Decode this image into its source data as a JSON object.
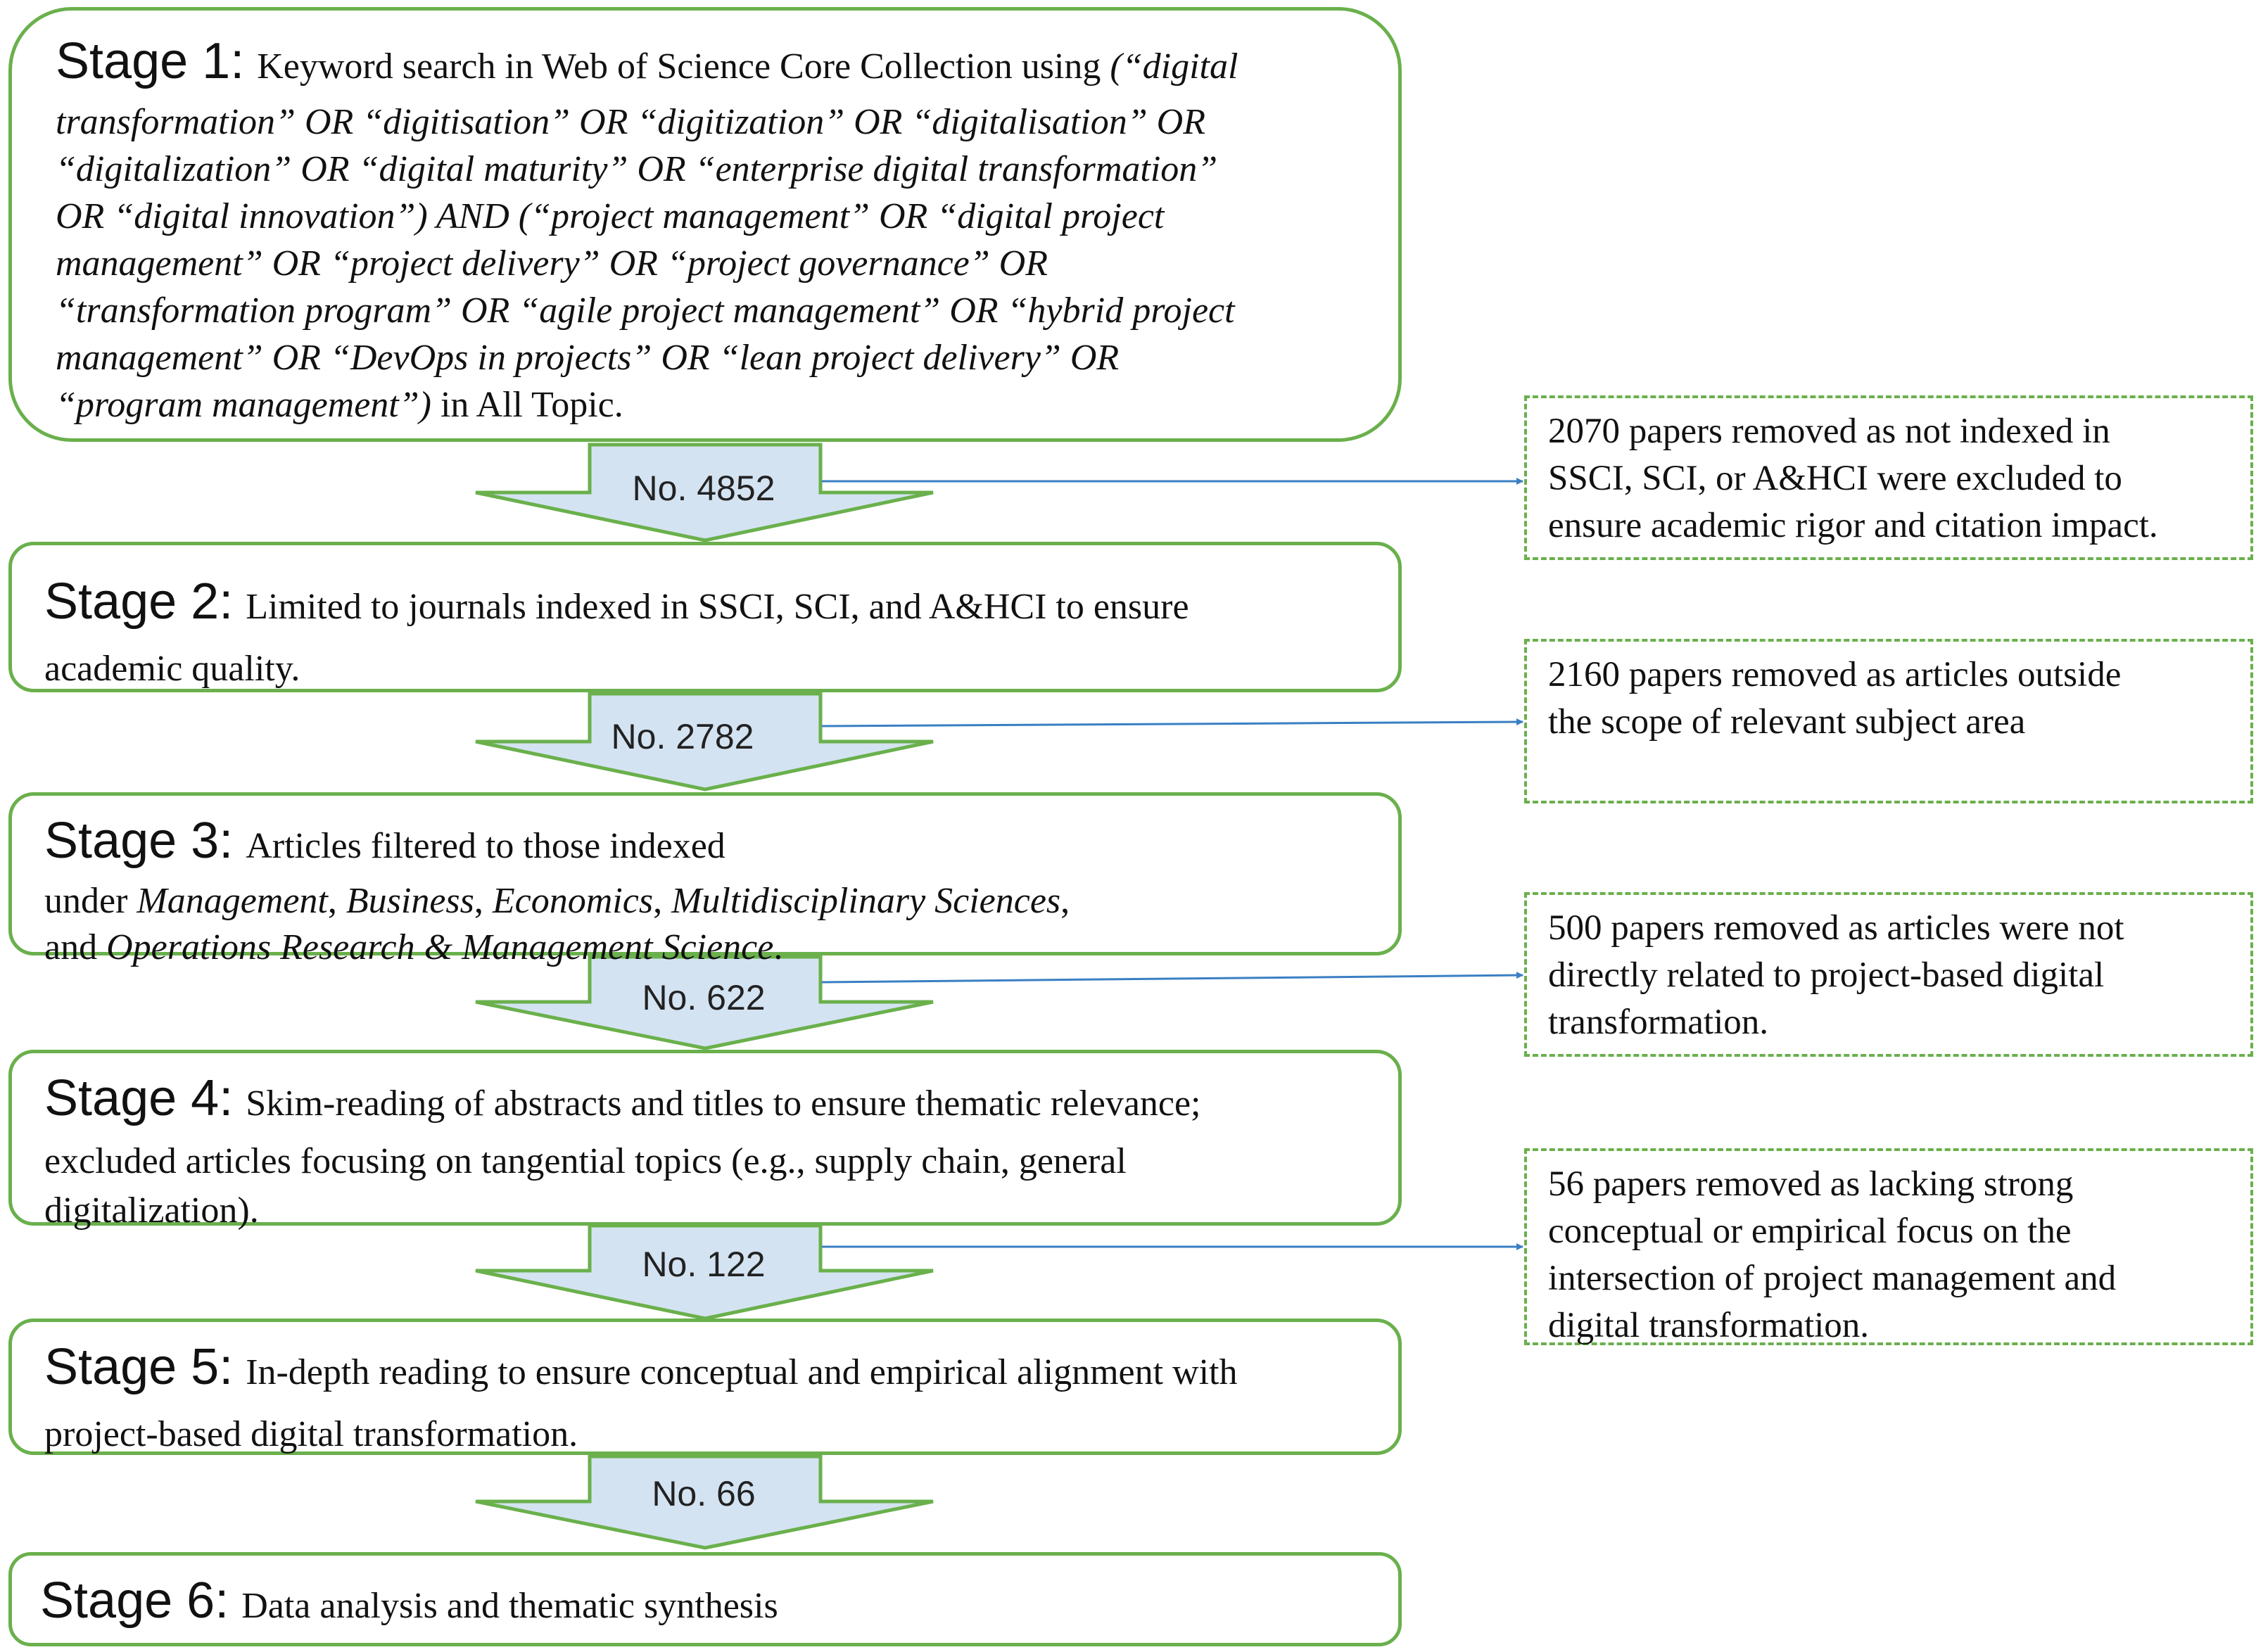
{
  "stages": [
    {
      "title": "Stage 1:",
      "lines": [
        [
          {
            "t": "Keyword search in Web of Science Core Collection using "
          },
          {
            "t": "(“digital",
            "i": true
          }
        ],
        [
          {
            "t": "transformation” OR “digitisation” OR “digitization” OR “digitalisation” OR",
            "i": true
          }
        ],
        [
          {
            "t": "“digitalization” OR “digital maturity” OR “enterprise digital transformation”",
            "i": true
          }
        ],
        [
          {
            "t": "OR “digital innovation”) AND (“project management” OR “digital project",
            "i": true
          }
        ],
        [
          {
            "t": "management” OR “project delivery” OR “project governance” OR",
            "i": true
          }
        ],
        [
          {
            "t": "“transformation program” OR “agile project management” OR “hybrid project",
            "i": true
          }
        ],
        [
          {
            "t": "management” OR “DevOps in projects” OR “lean project delivery” OR",
            "i": true
          }
        ],
        [
          {
            "t": "“program management”)",
            "i": true
          },
          {
            "t": " in All Topic."
          }
        ]
      ]
    },
    {
      "title": "Stage 2:",
      "lines": [
        [
          {
            "t": "Limited to journals indexed in SSCI, SCI, and A&HCI to ensure"
          }
        ],
        [
          {
            "t": "academic quality."
          }
        ]
      ]
    },
    {
      "title": "Stage 3:",
      "lines": [
        [
          {
            "t": "Articles filtered to those indexed"
          }
        ],
        [
          {
            "t": "under "
          },
          {
            "t": "Management",
            "i": true
          },
          {
            "t": ", "
          },
          {
            "t": "Business",
            "i": true
          },
          {
            "t": ", "
          },
          {
            "t": "Economics",
            "i": true
          },
          {
            "t": ", "
          },
          {
            "t": "Multidisciplinary Sciences",
            "i": true
          },
          {
            "t": ","
          }
        ],
        [
          {
            "t": "and "
          },
          {
            "t": "Operations Research & Management Science",
            "i": true
          },
          {
            "t": "."
          }
        ]
      ]
    },
    {
      "title": "Stage 4:",
      "lines": [
        [
          {
            "t": "Skim-reading of abstracts and titles to ensure thematic relevance;"
          }
        ],
        [
          {
            "t": "excluded articles focusing on tangential topics (e.g., supply chain, general"
          }
        ],
        [
          {
            "t": "digitalization)."
          }
        ]
      ]
    },
    {
      "title": "Stage 5:",
      "lines": [
        [
          {
            "t": "In-depth reading to ensure conceptual and empirical alignment with"
          }
        ],
        [
          {
            "t": "project-based digital transformation."
          }
        ]
      ]
    },
    {
      "title": "Stage 6:",
      "lines": [
        [
          {
            "t": "Data analysis and thematic synthesis"
          }
        ]
      ]
    }
  ],
  "counts": [
    "No. 4852",
    "No. 2782",
    "No. 622",
    "No. 122",
    "No. 66"
  ],
  "exclusions": [
    [
      "2070 papers removed as not indexed in",
      "SSCI, SCI, or A&HCI were excluded to",
      "ensure academic rigor and citation impact."
    ],
    [
      "2160 papers removed as articles outside",
      "the scope of relevant subject area"
    ],
    [
      "500 papers removed as articles were not",
      "directly related to project-based digital",
      "transformation."
    ],
    [
      "56 papers removed as lacking strong",
      "conceptual or empirical focus on the",
      "intersection of project management and",
      "digital transformation."
    ]
  ],
  "colors": {
    "stage_border": "#6ab04c",
    "arrow_fill": "#d4e3f2",
    "arrow_stroke": "#6ab04c",
    "connector": "#3a7fc4"
  }
}
